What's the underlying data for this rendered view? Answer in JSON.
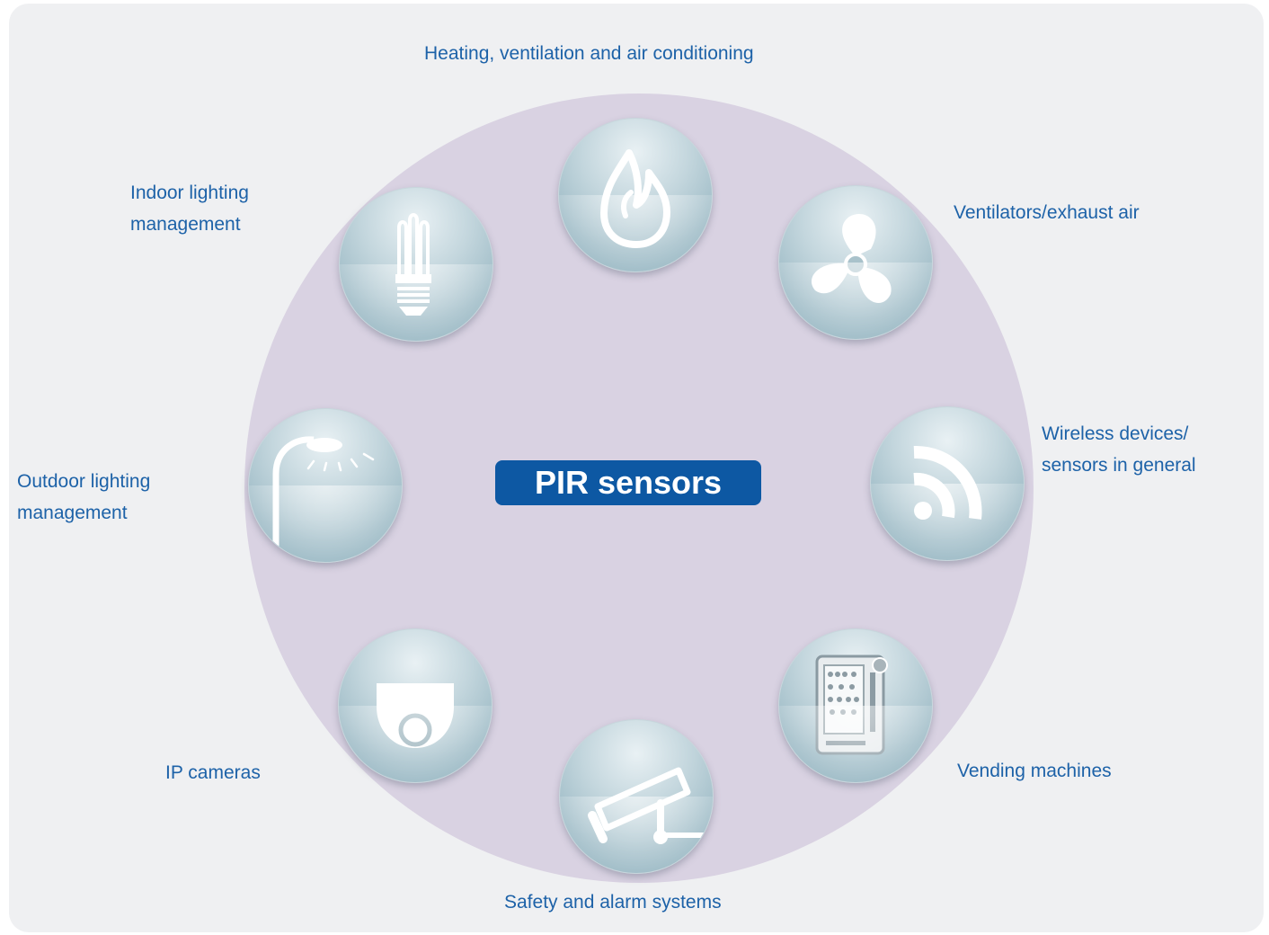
{
  "center": {
    "label": "PIR sensors"
  },
  "colors": {
    "panel_background": "#eff0f2",
    "circle_fill": "#d9d2e2",
    "center_badge": "#0d58a3",
    "label_text": "#1d62a8",
    "icon_stroke": "#ffffff"
  },
  "applications": [
    {
      "id": "hvac",
      "icon": "flame-icon",
      "lines": [
        "Heating, ventilation and air conditioning"
      ]
    },
    {
      "id": "ventilators",
      "icon": "fan-icon",
      "lines": [
        "Ventilators/exhaust air"
      ]
    },
    {
      "id": "wireless",
      "icon": "wireless-signal-icon",
      "lines": [
        "Wireless devices/",
        "sensors in general"
      ]
    },
    {
      "id": "vending",
      "icon": "vending-machine-icon",
      "lines": [
        "Vending machines"
      ]
    },
    {
      "id": "safety",
      "icon": "security-camera-icon",
      "lines": [
        "Safety and alarm systems"
      ]
    },
    {
      "id": "ip-cameras",
      "icon": "dome-camera-icon",
      "lines": [
        "IP cameras"
      ]
    },
    {
      "id": "outdoor-lighting",
      "icon": "street-lamp-icon",
      "lines": [
        "Outdoor lighting",
        "management"
      ]
    },
    {
      "id": "indoor-lighting",
      "icon": "energy-saving-bulb-icon",
      "lines": [
        "Indoor lighting",
        "management"
      ]
    }
  ]
}
